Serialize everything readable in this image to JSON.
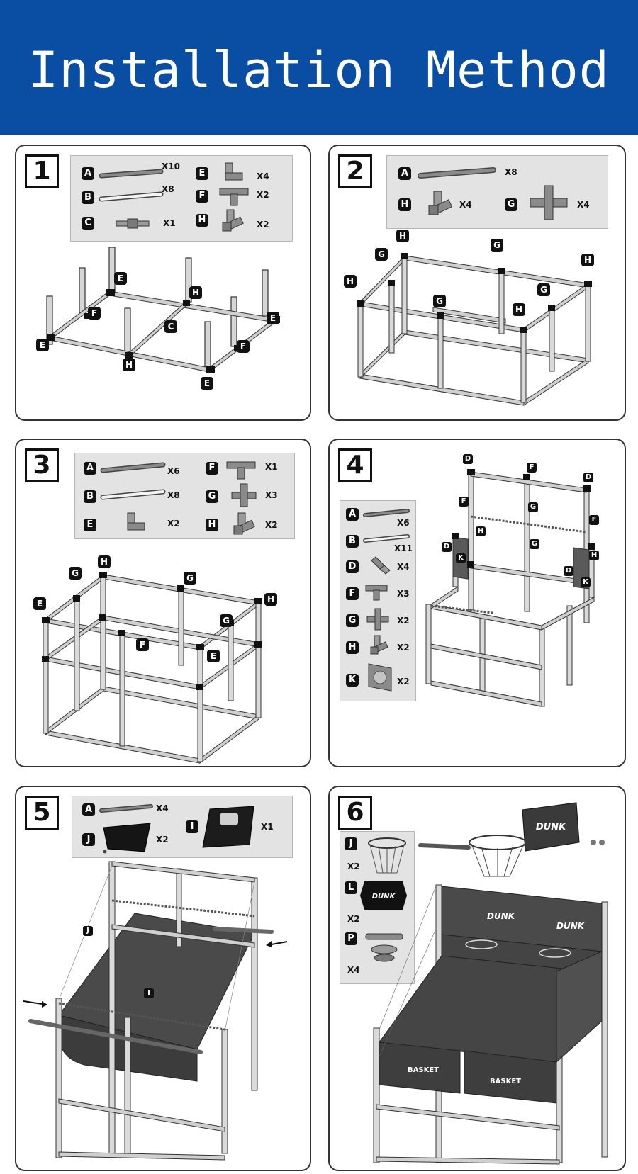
{
  "header": {
    "title": "Installation Method"
  },
  "colors": {
    "banner": "#0a4ea3",
    "tube": "#bdbdbd",
    "board": "#4a4a4a"
  },
  "panels": [
    {
      "step": "1",
      "parts": [
        {
          "letter": "A",
          "qty": "X10",
          "icon": "long-tube-dark"
        },
        {
          "letter": "B",
          "qty": "X8",
          "icon": "long-tube-light"
        },
        {
          "letter": "C",
          "qty": "X1",
          "icon": "short-connector"
        },
        {
          "letter": "E",
          "qty": "X4",
          "icon": "elbow-connector"
        },
        {
          "letter": "F",
          "qty": "X2",
          "icon": "tee-connector"
        },
        {
          "letter": "H",
          "qty": "X2",
          "icon": "three-way-connector"
        }
      ],
      "labels": [
        "E",
        "H",
        "F",
        "C",
        "E",
        "F",
        "E",
        "H",
        "E"
      ]
    },
    {
      "step": "2",
      "parts": [
        {
          "letter": "A",
          "qty": "X8",
          "icon": "long-tube-dark"
        },
        {
          "letter": "H",
          "qty": "X4",
          "icon": "three-way-connector"
        },
        {
          "letter": "G",
          "qty": "X4",
          "icon": "cross-connector"
        }
      ],
      "labels": [
        "H",
        "G",
        "G",
        "H",
        "H",
        "G",
        "G",
        "H"
      ]
    },
    {
      "step": "3",
      "parts": [
        {
          "letter": "A",
          "qty": "X6",
          "icon": "long-tube-dark"
        },
        {
          "letter": "B",
          "qty": "X8",
          "icon": "long-tube-light"
        },
        {
          "letter": "E",
          "qty": "X2",
          "icon": "elbow-connector"
        },
        {
          "letter": "F",
          "qty": "X1",
          "icon": "tee-connector"
        },
        {
          "letter": "G",
          "qty": "X3",
          "icon": "cross-connector"
        },
        {
          "letter": "H",
          "qty": "X2",
          "icon": "three-way-connector"
        }
      ],
      "labels": [
        "H",
        "G",
        "G",
        "E",
        "H",
        "G",
        "F",
        "E"
      ]
    },
    {
      "step": "4",
      "parts": [
        {
          "letter": "A",
          "qty": "X6",
          "icon": "long-tube-dark"
        },
        {
          "letter": "B",
          "qty": "X11",
          "icon": "long-tube-light"
        },
        {
          "letter": "D",
          "qty": "X4",
          "icon": "angle-connector"
        },
        {
          "letter": "F",
          "qty": "X3",
          "icon": "tee-connector"
        },
        {
          "letter": "G",
          "qty": "X2",
          "icon": "cross-connector"
        },
        {
          "letter": "H",
          "qty": "X2",
          "icon": "three-way-connector"
        },
        {
          "letter": "K",
          "qty": "X2",
          "icon": "side-panel"
        }
      ],
      "labels": [
        "D",
        "F",
        "D",
        "F",
        "G",
        "F",
        "H",
        "G",
        "D",
        "K",
        "H",
        "D",
        "K"
      ]
    },
    {
      "step": "5",
      "parts": [
        {
          "letter": "A",
          "qty": "X4",
          "icon": "long-tube-dark"
        },
        {
          "letter": "J",
          "qty": "X2",
          "icon": "side-net"
        },
        {
          "letter": "I",
          "qty": "X1",
          "icon": "ramp-board"
        }
      ],
      "labels": [
        "J",
        "I"
      ]
    },
    {
      "step": "6",
      "parts": [
        {
          "letter": "J",
          "qty": "X2",
          "icon": "basketball-hoop"
        },
        {
          "letter": "L",
          "qty": "X2",
          "icon": "backboard"
        },
        {
          "letter": "P",
          "qty": "X4",
          "icon": "bolt-set"
        }
      ],
      "labels": []
    }
  ]
}
